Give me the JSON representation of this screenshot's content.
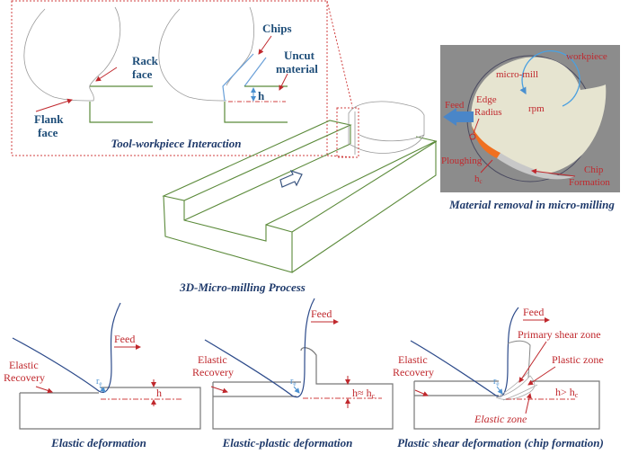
{
  "colors": {
    "label_red": "#c0282d",
    "caption_blue": "#1f3a6b",
    "workpiece_green": "#5b8a3a",
    "tool_blue": "#2c4a8a",
    "panel_gray": "#8c8c8c",
    "mill_fill": "#e6e4d0",
    "chip_orange": "#f07020"
  },
  "tool_interaction": {
    "caption": "Tool-workpiece Interaction",
    "rack_face": [
      "Rack",
      "face"
    ],
    "flank_face": [
      "Flank",
      "face"
    ],
    "chips": "Chips",
    "uncut_material": [
      "Uncut",
      "material"
    ],
    "h": "h"
  },
  "process": {
    "caption": "3D-Micro-milling Process"
  },
  "material_removal": {
    "caption": "Material removal in micro-milling",
    "workpiece": "workpiece",
    "micro_mill": "micro-mill",
    "edge_radius": [
      "Edge",
      "Radius"
    ],
    "rpm": "rpm",
    "feed": "Feed",
    "ploughing": "Ploughing",
    "hc": "h",
    "hc_sub": "c",
    "chip_formation": [
      "Chip",
      "Formation"
    ]
  },
  "elastic": {
    "caption": "Elastic deformation",
    "feed": "Feed",
    "elastic_recovery": [
      "Elastic",
      "Recovery"
    ],
    "re": "r",
    "re_sub": "e",
    "h": "h"
  },
  "elastic_plastic": {
    "caption": "Elastic-plastic deformation",
    "feed": "Feed",
    "elastic_recovery": [
      "Elastic",
      "Recovery"
    ],
    "re": "r",
    "re_sub": "e",
    "h": "h≈ h",
    "h_sub": "c"
  },
  "plastic_shear": {
    "caption": "Plastic shear deformation (chip formation)",
    "feed": "Feed",
    "elastic_recovery": [
      "Elastic",
      "Recovery"
    ],
    "re": "r",
    "re_sub": "e",
    "primary_shear_zone": "Primary shear zone",
    "plastic_zone": "Plastic zone",
    "elastic_zone": "Elastic zone",
    "h": "h> h",
    "h_sub": "c"
  }
}
